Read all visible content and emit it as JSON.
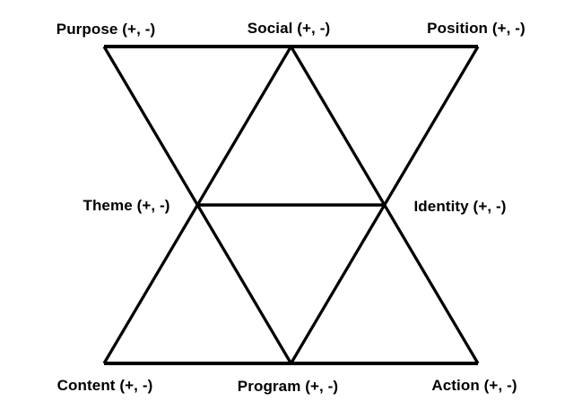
{
  "diagram": {
    "background_color": "#ffffff",
    "line_color": "#000000",
    "text_color": "#000000",
    "nodes": {
      "purpose": {
        "label": "Purpose (+, -)",
        "position": "top-left"
      },
      "social": {
        "label": "Social (+, -)",
        "position": "top-center"
      },
      "position": {
        "label": "Position (+, -)",
        "position": "top-right"
      },
      "theme": {
        "label": "Theme (+, -)",
        "position": "middle-left"
      },
      "identity": {
        "label": "Identity (+, -)",
        "position": "middle-right"
      },
      "content": {
        "label": "Content (+, -)",
        "position": "bottom-left"
      },
      "program": {
        "label": "Program (+, -)",
        "position": "bottom-center"
      },
      "action": {
        "label": "Action (+, -)",
        "position": "bottom-right"
      }
    }
  }
}
